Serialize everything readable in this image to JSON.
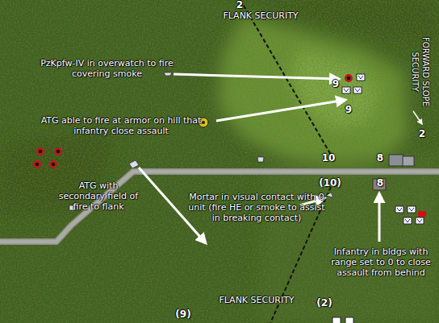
{
  "diagram": {
    "labels": [
      "2",
      "FLANK SECURITY",
      "FORWARD SLOPE SECURITY",
      "PzKpfw-IV in overwatch to fire covering smoke",
      "9",
      "9",
      "ATG able to fire at armor on hill that infantry close assault",
      "2",
      "10",
      "8",
      "(10)",
      "8",
      "ATG with secondary field of fire to flank",
      "Mortar in visual contact with 0 unit (fire HE or smoke to assist in breaking contact)",
      "Infantry in bldgs with range set to 0 to close assault from behind",
      "FLANK SECURITY",
      "(2)",
      "(9)"
    ]
  }
}
